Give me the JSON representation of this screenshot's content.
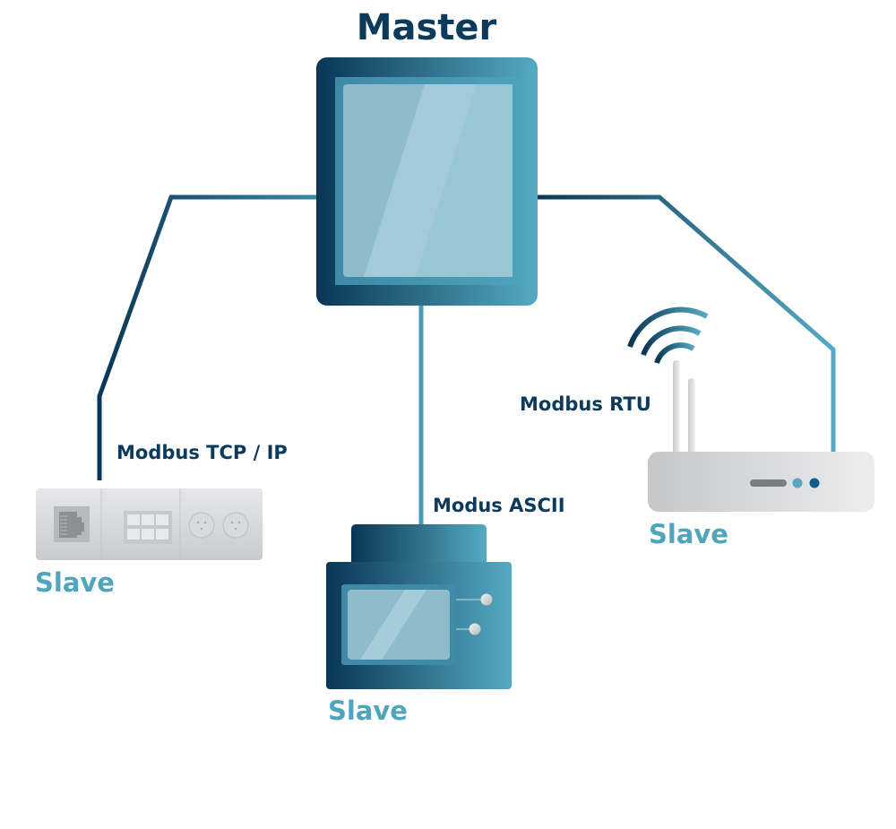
{
  "diagram": {
    "master": {
      "label": "Master"
    },
    "connections": [
      {
        "protocol": "Modbus TCP / IP",
        "slave_label": "Slave",
        "device": "wall-socket-panel"
      },
      {
        "protocol": "Modus ASCII",
        "slave_label": "Slave",
        "device": "display-module"
      },
      {
        "protocol": "Modbus RTU",
        "slave_label": "Slave",
        "device": "wifi-router"
      }
    ]
  },
  "colors": {
    "dark_navy": "#0a3656",
    "teal": "#52a8c0",
    "screen_light": "#9fc8d6",
    "text_dark": "#0b3a5a",
    "slave_text": "#4fa5bd",
    "device_grey": "#d0d2d4"
  }
}
